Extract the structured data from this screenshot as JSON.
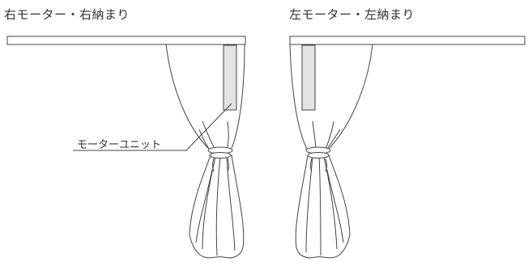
{
  "diagrams": [
    {
      "title": "右モーター・右納まり"
    },
    {
      "title": "左モーター・左納まり"
    }
  ],
  "callout": {
    "label": "モーターユニット"
  },
  "colors": {
    "line": "#444444",
    "motor_fill": "#e3e3e3",
    "background": "#ffffff"
  }
}
